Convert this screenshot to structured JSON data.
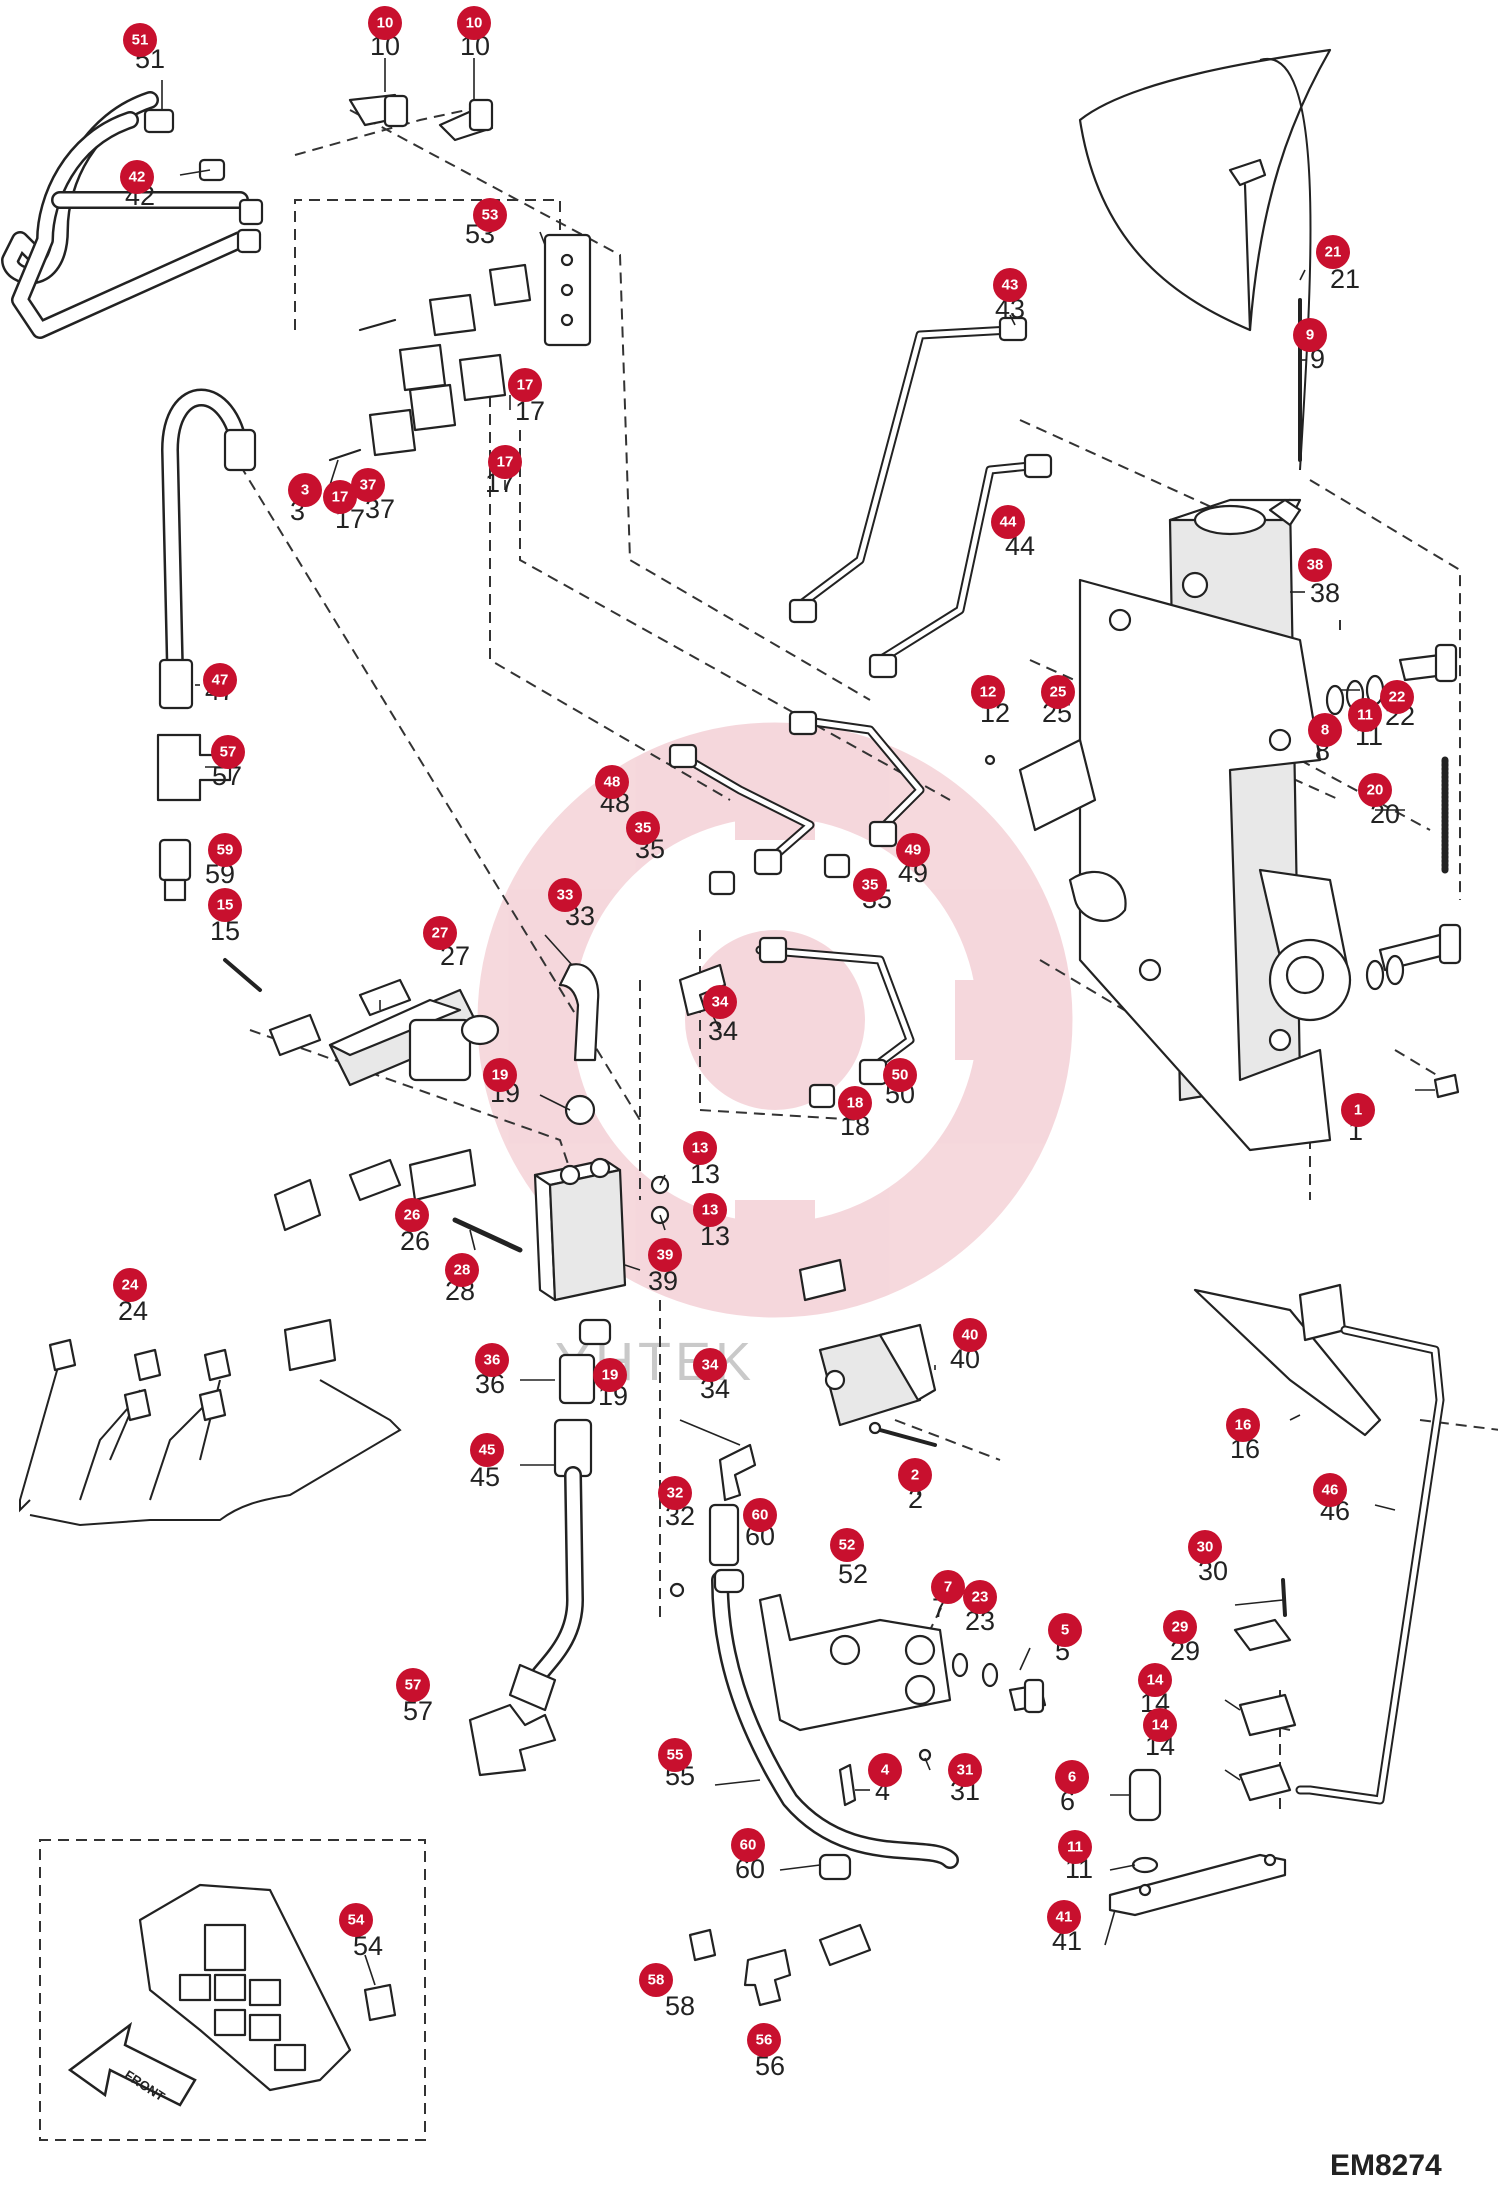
{
  "diagram": {
    "code": "EM8274",
    "watermark": "YHTEK",
    "front_label": "FRONT",
    "accent_color": "#c8102e",
    "callouts": [
      "51",
      "10",
      "10",
      "42",
      "53",
      "43",
      "21",
      "9",
      "17",
      "17",
      "17",
      "3",
      "37",
      "44",
      "38",
      "47",
      "57",
      "12",
      "25",
      "22",
      "11",
      "8",
      "48",
      "20",
      "35",
      "35",
      "49",
      "59",
      "15",
      "33",
      "27",
      "34",
      "19",
      "50",
      "18",
      "13",
      "13",
      "1",
      "26",
      "28",
      "39",
      "24",
      "36",
      "19",
      "40",
      "34",
      "16",
      "2",
      "45",
      "32",
      "60",
      "52",
      "30",
      "46",
      "7",
      "23",
      "5",
      "29",
      "14",
      "14",
      "57",
      "55",
      "4",
      "31",
      "6",
      "60",
      "11",
      "41",
      "54",
      "58",
      "56"
    ]
  }
}
